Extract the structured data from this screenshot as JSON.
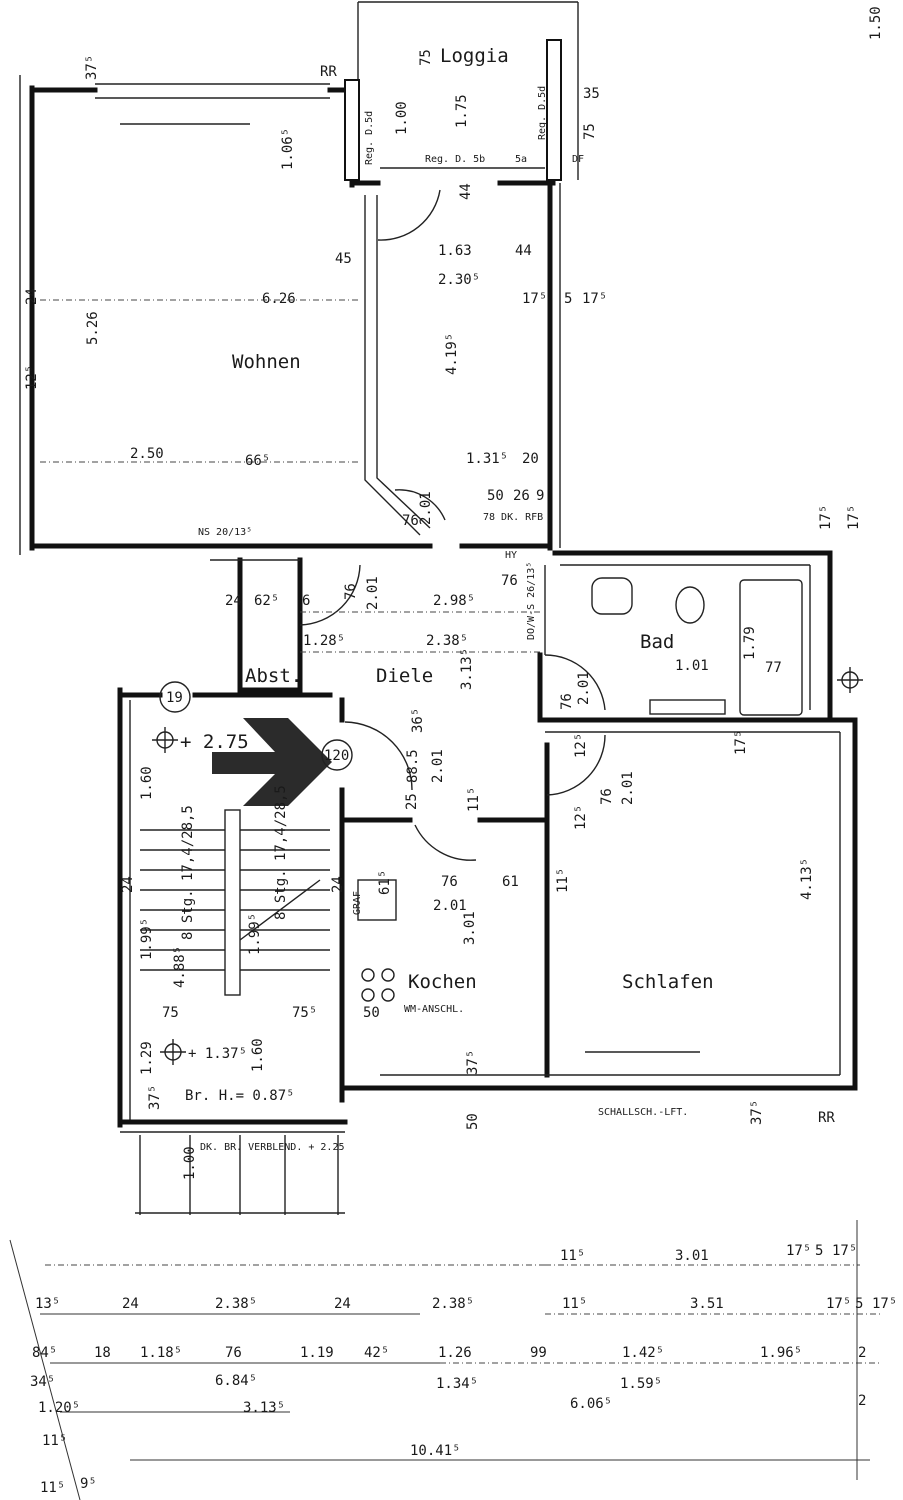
{
  "rooms": {
    "loggia": "Loggia",
    "wohnen": "Wohnen",
    "diele": "Diele",
    "abst": "Abst.",
    "bad": "Bad",
    "kochen": "Kochen",
    "schlafen": "Schlafen"
  },
  "annotations": {
    "rr_top": "RR",
    "rr_bottom": "RR",
    "wm": "WM-ANSCHL.",
    "schallsch": "SCHALLSCH.-LFT.",
    "verblend": "DK. BR. VERBLEND. + 2.25",
    "brh": "Br. H.= 0.87⁵",
    "level_top": "+ 2.75",
    "level_bottom": "+ 1.37⁵",
    "stair_no_19": "19",
    "door_no_120": "120",
    "dk_rfb": "78 DK. RFB",
    "ns": "NS 20/13⁵",
    "dows": "DO/W-S 26/13⁵",
    "stairs_left": "8 Stg. 17,4/28,5",
    "stairs_right": "8 Stg. 17,4/28,5",
    "reg_5d_left": "Reg. D.5d",
    "reg_5d_right": "Reg. D.5d",
    "reg_5b": "Reg. D. 5b",
    "five_a": "5a",
    "df": "DF",
    "hy": "HY",
    "grafik": "GRAF"
  },
  "dims": [
    "1.50",
    "37⁵",
    "75",
    "1.00",
    "1.75",
    "35",
    "75",
    "1.06⁵",
    "44",
    "1.63",
    "2.30⁵",
    "44",
    "6.26",
    "5.26",
    "4.19⁵",
    "24",
    "12⁵",
    "17⁵",
    "5",
    "17⁵",
    "2.50",
    "66⁵",
    "1.31⁵",
    "20",
    "50",
    "26",
    "9",
    "2.01",
    "76",
    "45",
    "17⁵",
    "17⁵",
    "24",
    "62⁵",
    "6",
    "76",
    "2.01",
    "2.98⁵",
    "76",
    "1.28⁵",
    "2.38⁵",
    "3.13⁵",
    "76",
    "2.01",
    "1.79",
    "1.01",
    "77",
    "17⁵",
    "36⁵",
    "88.5",
    "2.01",
    "25",
    "11⁵",
    "12⁵",
    "76",
    "2.01",
    "12⁵",
    "61",
    "76",
    "2.01",
    "11⁵",
    "4.13⁵",
    "3.01",
    "61⁵",
    "1.60",
    "1.99⁵",
    "4.88⁵",
    "1.99⁵",
    "75",
    "75⁵",
    "50",
    "1.29",
    "1.60",
    "37⁵",
    "37⁵",
    "50",
    "37⁵",
    "1.00",
    "24",
    "24",
    "11⁵",
    "3.01",
    "17⁵",
    "5",
    "17⁵",
    "13⁵",
    "24",
    "2.38⁵",
    "24",
    "2.38⁵",
    "11⁵",
    "3.51",
    "17⁵",
    "5",
    "17⁵",
    "84⁵",
    "18",
    "1.18⁵",
    "76",
    "1.19",
    "42⁵",
    "1.26",
    "99",
    "1.42⁵",
    "1.96⁵",
    "2",
    "34⁵",
    "6.84⁵",
    "1.34⁵",
    "1.59⁵",
    "1.20⁵",
    "3.13⁵",
    "6.06⁵",
    "2",
    "11⁵",
    "10.41⁵",
    "11⁵",
    "9⁵"
  ]
}
